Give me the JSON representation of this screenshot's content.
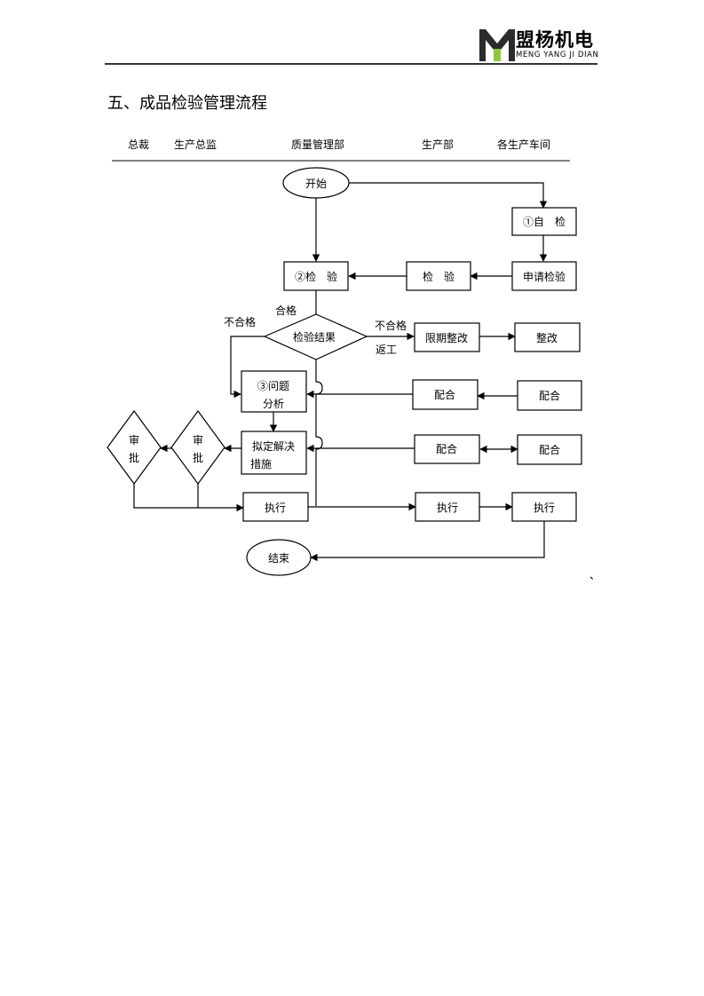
{
  "header": {
    "brand_name": "盟杨机电",
    "brand_pinyin": "MENG YANG JI DIAN",
    "logo_icon": "my-monogram-logo",
    "logo_colors": {
      "dark": "#2b2b2b",
      "accent": "#8dc63f"
    }
  },
  "section_title": "五、成品检验管理流程",
  "lanes": [
    "总裁",
    "生产总监",
    "质量管理部",
    "生产部",
    "各生产车间"
  ],
  "nodes": {
    "start": "开始",
    "self_check": "①自　检",
    "apply_check": "申请检验",
    "check_prod": "检　验",
    "check_qa": "②检　验",
    "result": "检验结果",
    "rectify_deadline": "限期整改",
    "rectify": "整改",
    "analysis_line1": "③问题",
    "analysis_line2": "分析",
    "cooperate_prod_1": "配合",
    "cooperate_shop_1": "配合",
    "solution_line1": "拟定解决",
    "solution_line2": "措施",
    "cooperate_prod_2": "配合",
    "cooperate_shop_2": "配合",
    "approve_ceo_line1": "审",
    "approve_ceo_line2": "批",
    "approve_director_line1": "审",
    "approve_director_line2": "批",
    "execute_qa": "执行",
    "execute_prod": "执行",
    "execute_shop": "执行",
    "end": "结束"
  },
  "edge_labels": {
    "pass": "合格",
    "fail_left": "不合格",
    "fail_right": "不合格",
    "rework": "返工"
  },
  "trailing_mark": "、"
}
